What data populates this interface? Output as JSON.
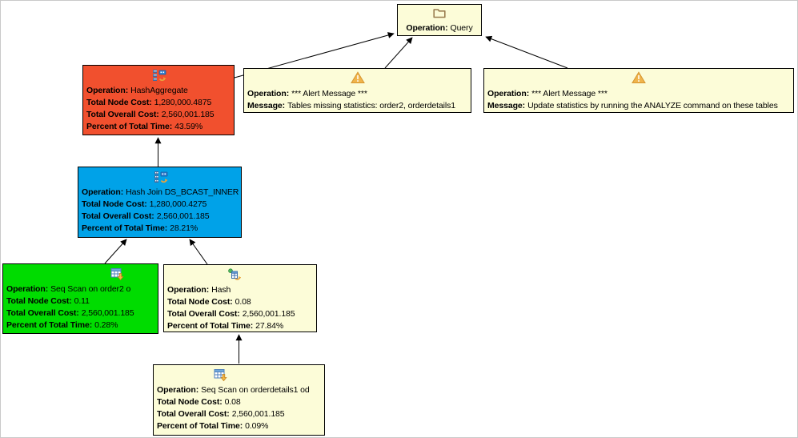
{
  "canvas": {
    "background": "#FFFFFF",
    "border_color": "#C9C9C9"
  },
  "colors": {
    "node_yellow": "#FCFCD8",
    "node_red": "#F1502E",
    "node_blue": "#00A2E8",
    "node_green": "#00DC00",
    "node_border": "#000000",
    "edge": "#000000",
    "alert_triangle": "#F0B44C",
    "folder_outline": "#9A7D50"
  },
  "nodes": {
    "query": {
      "icon": "folder-icon",
      "fields": [
        {
          "label": "Operation:",
          "value": "Query"
        }
      ]
    },
    "hash_aggregate": {
      "icon": "hash-join-icon",
      "fields": [
        {
          "label": "Operation:",
          "value": "HashAggregate"
        },
        {
          "label": "Total Node Cost:",
          "value": "1,280,000.4875"
        },
        {
          "label": "Total Overall Cost:",
          "value": "2,560,001.185"
        },
        {
          "label": "Percent of Total Time:",
          "value": "43.59%"
        }
      ]
    },
    "alert_missing_stats": {
      "icon": "alert-icon",
      "fields": [
        {
          "label": "Operation:",
          "value": "*** Alert Message ***"
        },
        {
          "label": "Message:",
          "value": "Tables missing statistics: order2, orderdetails1"
        }
      ]
    },
    "alert_analyze": {
      "icon": "alert-icon",
      "fields": [
        {
          "label": "Operation:",
          "value": "*** Alert Message ***"
        },
        {
          "label": "Message:",
          "value": "Update statistics by running the ANALYZE command on these tables"
        }
      ]
    },
    "hash_join": {
      "icon": "hash-join-icon",
      "fields": [
        {
          "label": "Operation:",
          "value": "Hash Join DS_BCAST_INNER"
        },
        {
          "label": "Total Node Cost:",
          "value": "1,280,000.4275"
        },
        {
          "label": "Total Overall Cost:",
          "value": "2,560,001.185"
        },
        {
          "label": "Percent of Total Time:",
          "value": "28.21%"
        }
      ]
    },
    "seq_scan_order2": {
      "icon": "seq-scan-icon",
      "fields": [
        {
          "label": "Operation:",
          "value": "Seq Scan on order2 o"
        },
        {
          "label": "Total Node Cost:",
          "value": "0.11"
        },
        {
          "label": "Total Overall Cost:",
          "value": "2,560,001.185"
        },
        {
          "label": "Percent of Total Time:",
          "value": "0.28%"
        }
      ]
    },
    "hash": {
      "icon": "hash-icon",
      "fields": [
        {
          "label": "Operation:",
          "value": "Hash"
        },
        {
          "label": "Total Node Cost:",
          "value": "0.08"
        },
        {
          "label": "Total Overall Cost:",
          "value": "2,560,001.185"
        },
        {
          "label": "Percent of Total Time:",
          "value": "27.84%"
        }
      ]
    },
    "seq_scan_orderdetails1": {
      "icon": "seq-scan-icon",
      "fields": [
        {
          "label": "Operation:",
          "value": "Seq Scan on orderdetails1 od"
        },
        {
          "label": "Total Node Cost:",
          "value": "0.08"
        },
        {
          "label": "Total Overall Cost:",
          "value": "2,560,001.185"
        },
        {
          "label": "Percent of Total Time:",
          "value": "0.09%"
        }
      ]
    }
  },
  "edges": [
    {
      "from": "hash_aggregate",
      "to": "query"
    },
    {
      "from": "alert_missing_stats",
      "to": "query"
    },
    {
      "from": "alert_analyze",
      "to": "query"
    },
    {
      "from": "hash_join",
      "to": "hash_aggregate"
    },
    {
      "from": "seq_scan_order2",
      "to": "hash_join"
    },
    {
      "from": "hash",
      "to": "hash_join"
    },
    {
      "from": "seq_scan_orderdetails1",
      "to": "hash"
    }
  ]
}
